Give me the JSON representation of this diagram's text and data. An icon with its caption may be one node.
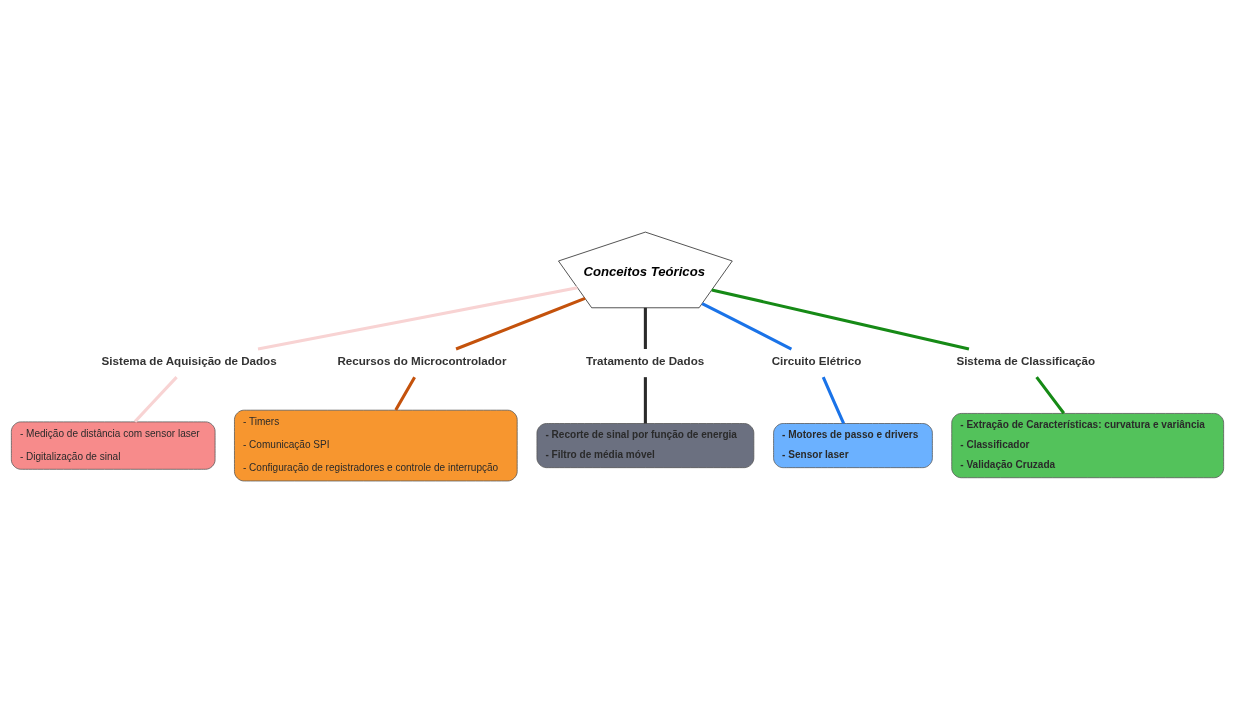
{
  "diagram": {
    "nodes": [
      {
        "text": [
          "Conceitos Teóricos"
        ]
      },
      {
        "text": [
          "Sistema de Aquisição de Dados"
        ]
      },
      {
        "text": [
          "- Medição de distância com sensor laser",
          "- Digitalização de sinal"
        ]
      },
      {
        "text": [
          "Sistema de Classificação"
        ]
      },
      {
        "text": [
          "- Extração de Características: curvatura e variância",
          "- Classificador",
          "- Validação Cruzada"
        ]
      },
      {
        "text": [
          "Tratamento de Dados"
        ]
      },
      {
        "text": [
          "- Recorte de sinal por função de energia",
          "- Filtro de média móvel"
        ]
      },
      {
        "text": [
          "Recursos do Microcontrolador"
        ]
      },
      {
        "text": [
          "- Timers",
          "- Comunicação SPI",
          "- Configuração de registradores e controle de interrupção"
        ]
      },
      {
        "text": [
          "Circuito Elétrico"
        ]
      },
      {
        "text": [
          "- Motores de passo e drivers",
          "- Sensor laser"
        ]
      }
    ],
    "edges": [
      {
        "from": 0,
        "to": 1,
        "arrow": "none",
        "color": "#f8d3d3"
      },
      {
        "from": 1,
        "to": 2,
        "arrow": "none",
        "color": "#f8d3d3"
      },
      {
        "from": 0,
        "to": 3,
        "arrow": "none",
        "color": "#168a16"
      },
      {
        "from": 3,
        "to": 4,
        "arrow": "none",
        "color": "#168a16"
      },
      {
        "from": 0,
        "to": 5,
        "arrow": "none",
        "color": "#2b2b2b"
      },
      {
        "from": 5,
        "to": 6,
        "arrow": "none",
        "color": "#2b2b2b"
      },
      {
        "from": 0,
        "to": 7,
        "arrow": "none",
        "color": "#c4520c"
      },
      {
        "from": 7,
        "to": 8,
        "arrow": "none",
        "color": "#c4520c"
      },
      {
        "from": 0,
        "to": 9,
        "arrow": "none",
        "color": "#1a73e8"
      },
      {
        "from": 9,
        "to": 10,
        "arrow": "none",
        "color": "#1a73e8"
      }
    ]
  }
}
